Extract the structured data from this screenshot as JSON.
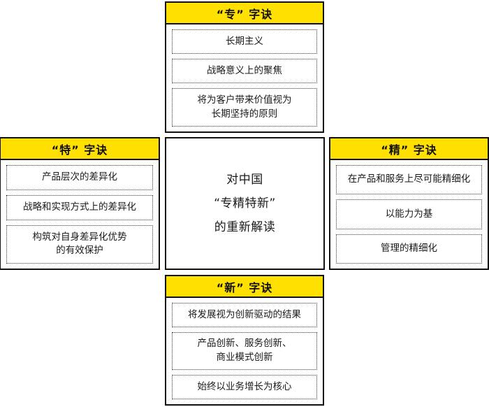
{
  "colors": {
    "header_yellow": "#FFE000",
    "border_black": "#111111",
    "item_border": "#3a3a3a",
    "text": "#1a1a1a",
    "background": "#ffffff"
  },
  "center": {
    "text": "对中国\n“专精特新”\n的重新解读"
  },
  "panels": {
    "top": {
      "title": "“专” 字诀",
      "items": [
        "长期主义",
        "战略意义上的聚焦",
        "将为客户带来价值视为\n长期坚持的原则"
      ]
    },
    "left": {
      "title": "“特” 字诀",
      "items": [
        "产品层次的差异化",
        "战略和实现方式上的差异化",
        "构筑对自身差异化优势\n的有效保护"
      ]
    },
    "right": {
      "title": "“精” 字诀",
      "items": [
        "在产品和服务上尽可能精细化",
        "以能力为基",
        "管理的精细化"
      ]
    },
    "bottom": {
      "title": "“新” 字诀",
      "items": [
        "将发展视为创新驱动的结果",
        "产品创新、服务创新、\n商业模式创新",
        "始终以业务增长为核心"
      ]
    }
  }
}
